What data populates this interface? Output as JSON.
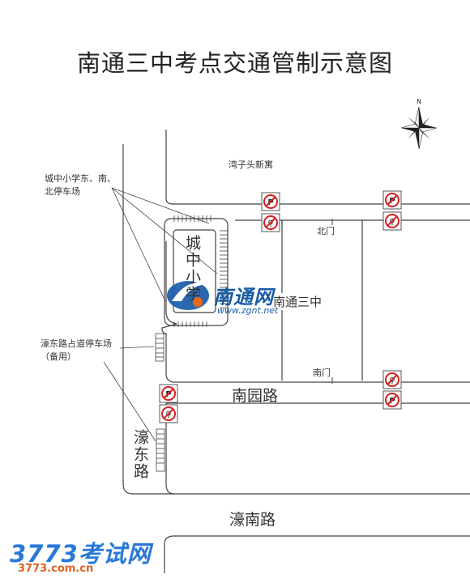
{
  "title": "南通三中考点交通管制示意图",
  "labels": {
    "wanzitou": "湾子头新寓",
    "parking_school": "城中小学东、南、北停车场",
    "beimen": "北门",
    "nanmen": "南门",
    "school": "南通三中",
    "chengzhong": "城中小学",
    "haodong_parking": "濠东路占道停车场（备用）",
    "nanyuan_road": "南园路",
    "haodong_road": "濠东路",
    "haonan_road": "濠南路"
  },
  "watermarks": {
    "site1_name": "南通网",
    "site1_url": "www.zgnt.net",
    "site2_name": "3773考试网",
    "site2_url": "3773.com.cn"
  },
  "icons": {
    "north": "north-arrow-icon",
    "no_parking": "no-parking-sign-icon",
    "no_entry": "no-motor-vehicle-sign-icon"
  }
}
